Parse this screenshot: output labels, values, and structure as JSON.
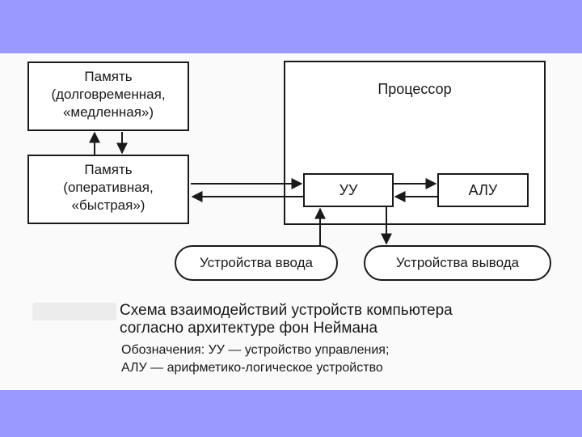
{
  "diagram": {
    "memory_long": {
      "line1": "Память",
      "line2": "(долговременная,",
      "line3": "«медленная»)"
    },
    "memory_operative": {
      "line1": "Память",
      "line2": "(оперативная,",
      "line3": "«быстрая»)"
    },
    "processor_title": "Процессор",
    "control_unit": "УУ",
    "alu": "АЛУ",
    "input_devices": "Устройства ввода",
    "output_devices": "Устройства вывода"
  },
  "caption": {
    "line1": "Схема взаимодействий устройств компьютера",
    "line2": "согласно архитектуре фон Неймана",
    "line3": "Обозначения: УУ — устройство управления;",
    "line4": "АЛУ — арифметико-логическое устройство"
  },
  "colors": {
    "band": "#9999ff",
    "ink": "#1a1a1a"
  }
}
